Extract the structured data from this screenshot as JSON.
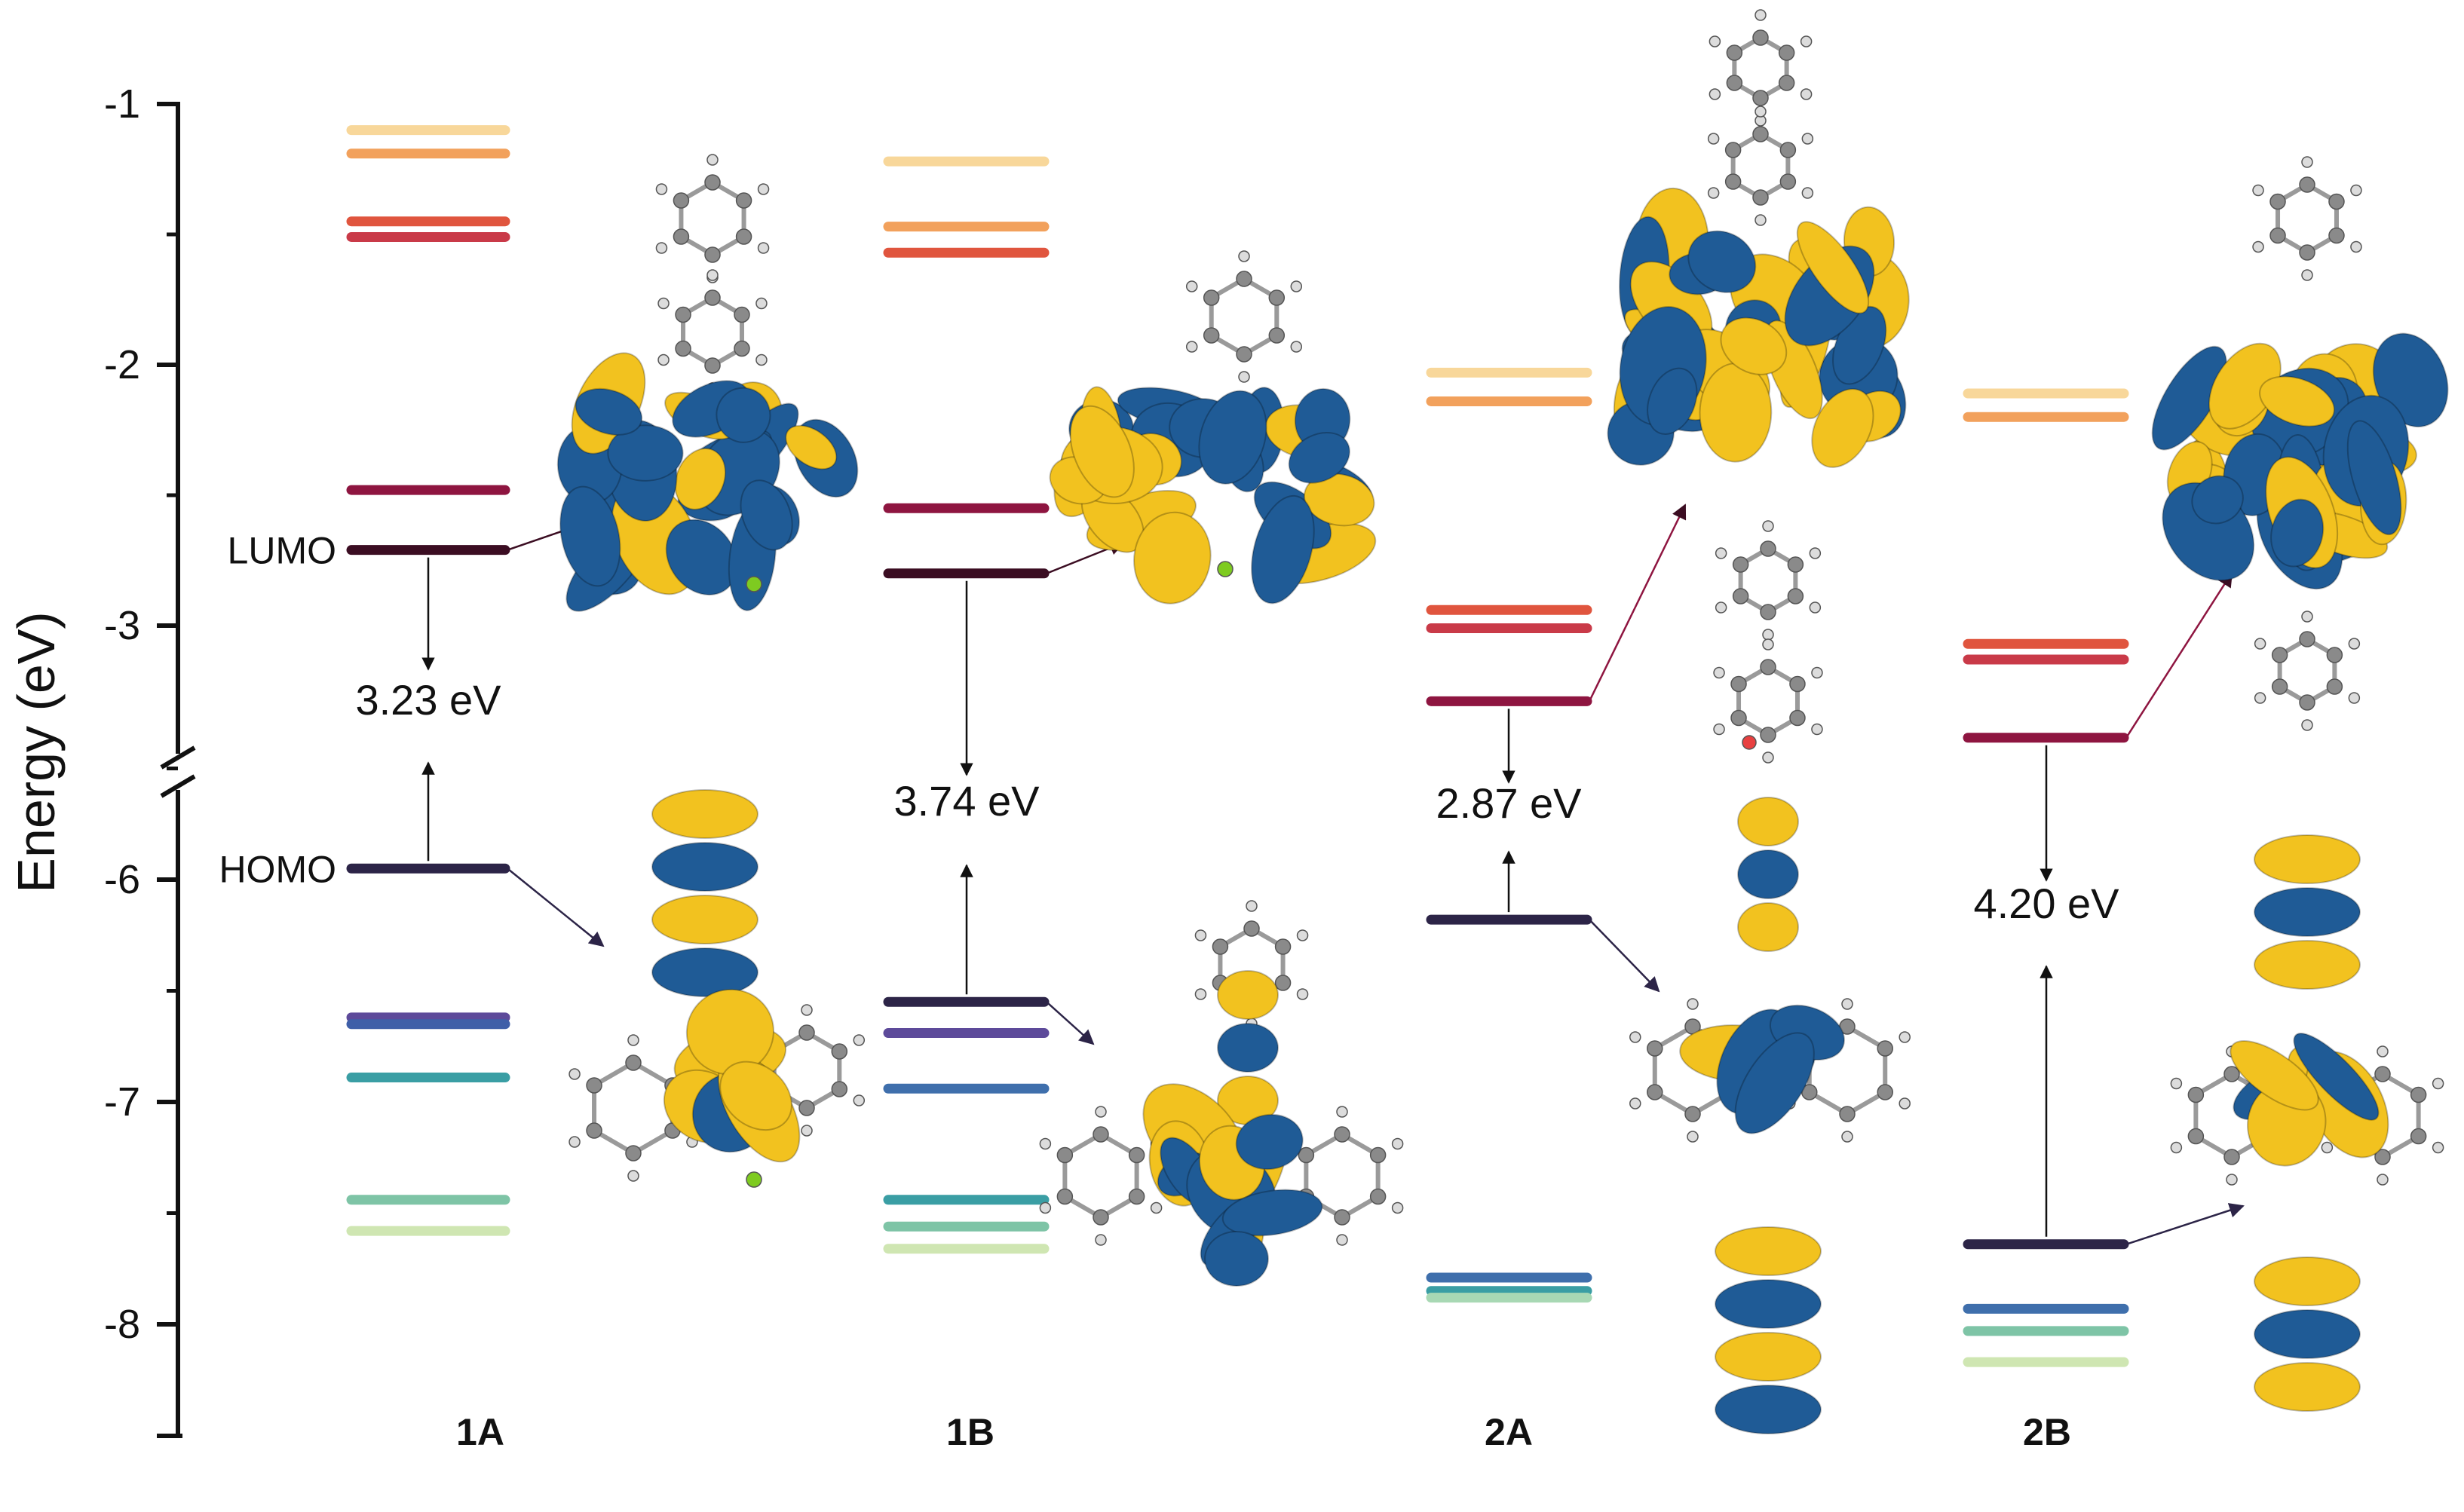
{
  "chart_data": {
    "type": "energy-level-diagram",
    "ylabel": "Energy (eV)",
    "y_ticks_upper": [
      "-1",
      "-2",
      "-3"
    ],
    "y_ticks_lower": [
      "-6",
      "-7",
      "-8"
    ],
    "ylim_upper": [
      -3.4,
      -1.0
    ],
    "ylim_lower": [
      -8.4,
      -5.6
    ],
    "axis_break": true,
    "systems": [
      {
        "name": "1A",
        "levels": [
          {
            "energy": -1.1,
            "color": "#f8d79a"
          },
          {
            "energy": -1.19,
            "color": "#f2a15c"
          },
          {
            "energy": -1.45,
            "color": "#e0553e"
          },
          {
            "energy": -1.51,
            "color": "#c93a48"
          },
          {
            "energy": -2.48,
            "color": "#8e1540"
          },
          {
            "energy": -2.71,
            "color": "#3b0d22",
            "label": "LUMO"
          },
          {
            "energy": -5.95,
            "color": "#2c2447",
            "label": "HOMO"
          },
          {
            "energy": -6.62,
            "color": "#5d4a9a"
          },
          {
            "energy": -6.65,
            "color": "#3f5fa8"
          },
          {
            "energy": -6.89,
            "color": "#3a9ea4"
          },
          {
            "energy": -7.44,
            "color": "#7ec4a6"
          },
          {
            "energy": -7.58,
            "color": "#cfe6b2"
          }
        ],
        "gap_label": "3.23 eV"
      },
      {
        "name": "1B",
        "levels": [
          {
            "energy": -1.22,
            "color": "#f8d79a"
          },
          {
            "energy": -1.47,
            "color": "#f2a15c"
          },
          {
            "energy": -1.57,
            "color": "#e0553e"
          },
          {
            "energy": -2.55,
            "color": "#8e1540"
          },
          {
            "energy": -2.8,
            "color": "#3b0d22"
          },
          {
            "energy": -6.55,
            "color": "#2c2447"
          },
          {
            "energy": -6.69,
            "color": "#5d4a9a"
          },
          {
            "energy": -6.94,
            "color": "#3f6fac"
          },
          {
            "energy": -7.44,
            "color": "#3a9ea4"
          },
          {
            "energy": -7.56,
            "color": "#7ec4a6"
          },
          {
            "energy": -7.66,
            "color": "#cfe6b2"
          }
        ],
        "gap_label": "3.74 eV"
      },
      {
        "name": "2A",
        "levels": [
          {
            "energy": -2.03,
            "color": "#f8d79a"
          },
          {
            "energy": -2.14,
            "color": "#f2a15c"
          },
          {
            "energy": -2.94,
            "color": "#e0553e"
          },
          {
            "energy": -3.01,
            "color": "#c93a48"
          },
          {
            "energy": -3.29,
            "color": "#8e1540"
          },
          {
            "energy": -6.18,
            "color": "#2c2447"
          },
          {
            "energy": -7.79,
            "color": "#3f6fac"
          },
          {
            "energy": -7.85,
            "color": "#3a9ea4"
          },
          {
            "energy": -7.88,
            "color": "#a8d8b4"
          }
        ],
        "gap_label": "2.87 eV"
      },
      {
        "name": "2B",
        "levels": [
          {
            "energy": -2.11,
            "color": "#f8d79a"
          },
          {
            "energy": -2.2,
            "color": "#f2a15c"
          },
          {
            "energy": -3.07,
            "color": "#e0553e"
          },
          {
            "energy": -3.13,
            "color": "#c93a48"
          },
          {
            "energy": -3.43,
            "color": "#8e1540"
          },
          {
            "energy": -7.64,
            "color": "#2c2447"
          },
          {
            "energy": -7.93,
            "color": "#3f6fac"
          },
          {
            "energy": -8.03,
            "color": "#7ec4a6"
          },
          {
            "energy": -8.17,
            "color": "#cfe6b2"
          }
        ],
        "gap_label": "4.20 eV"
      }
    ],
    "orbital_colors": {
      "positive": "#1f5b96",
      "negative": "#f2c21f"
    }
  }
}
